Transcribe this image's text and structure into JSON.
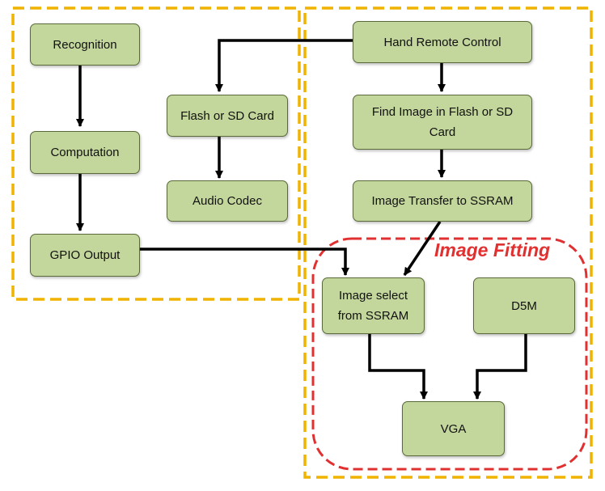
{
  "diagram": {
    "group_label": "Image Fitting",
    "colors": {
      "box_fill": "#c3d69b",
      "box_border": "#5a6a3a",
      "dashed_orange": "#f0b400",
      "dashed_red": "#e03030",
      "arrow": "#000000"
    },
    "nodes": {
      "recognition": "Recognition",
      "computation": "Computation",
      "gpio_output": "GPIO Output",
      "flash_sd": "Flash or SD Card",
      "audio_codec": "Audio Codec",
      "hand_remote": "Hand Remote Control",
      "find_image_1": "Find Image in Flash or SD",
      "find_image_2": "Card",
      "image_transfer": "Image Transfer to SSRAM",
      "image_select_1": "Image select",
      "image_select_2": "from SSRAM",
      "d5m": "D5M",
      "vga": "VGA"
    },
    "edges": [
      [
        "Recognition",
        "Computation"
      ],
      [
        "Computation",
        "GPIO Output"
      ],
      [
        "Hand Remote Control",
        "Flash or SD Card"
      ],
      [
        "Flash or SD Card",
        "Audio Codec"
      ],
      [
        "Hand Remote Control",
        "Find Image in Flash or SD Card"
      ],
      [
        "Find Image in Flash or SD Card",
        "Image Transfer to SSRAM"
      ],
      [
        "Image Transfer to SSRAM",
        "Image select from SSRAM"
      ],
      [
        "GPIO Output",
        "Image select from SSRAM"
      ],
      [
        "Image select from SSRAM",
        "VGA"
      ],
      [
        "D5M",
        "VGA"
      ]
    ]
  }
}
